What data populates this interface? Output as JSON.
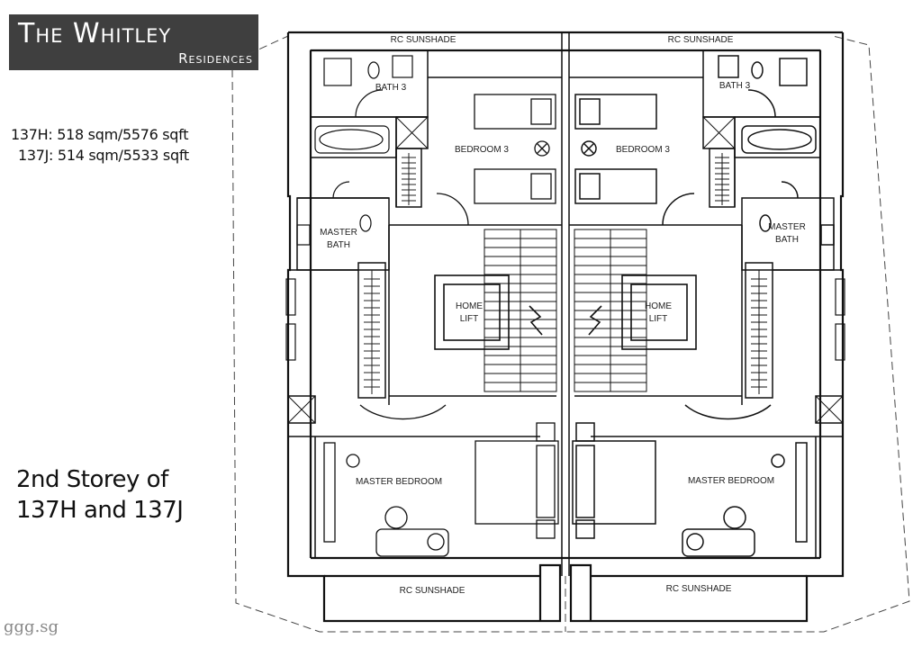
{
  "logo": {
    "title": "The Whitley",
    "subtitle": "Residences"
  },
  "areas": [
    "137H: 518 sqm/5576 sqft",
    "137J: 514 sqm/5533 sqft"
  ],
  "caption": {
    "line1": "2nd Storey of",
    "line2": "137H and 137J"
  },
  "watermark": "ggg.sg",
  "labels": {
    "rc_sunshade": "RC SUNSHADE",
    "bath3": "BATH 3",
    "bedroom3": "BEDROOM 3",
    "master": "MASTER",
    "bath": "BATH",
    "home": "HOME",
    "lift": "LIFT",
    "master_bedroom": "MASTER BEDROOM"
  }
}
